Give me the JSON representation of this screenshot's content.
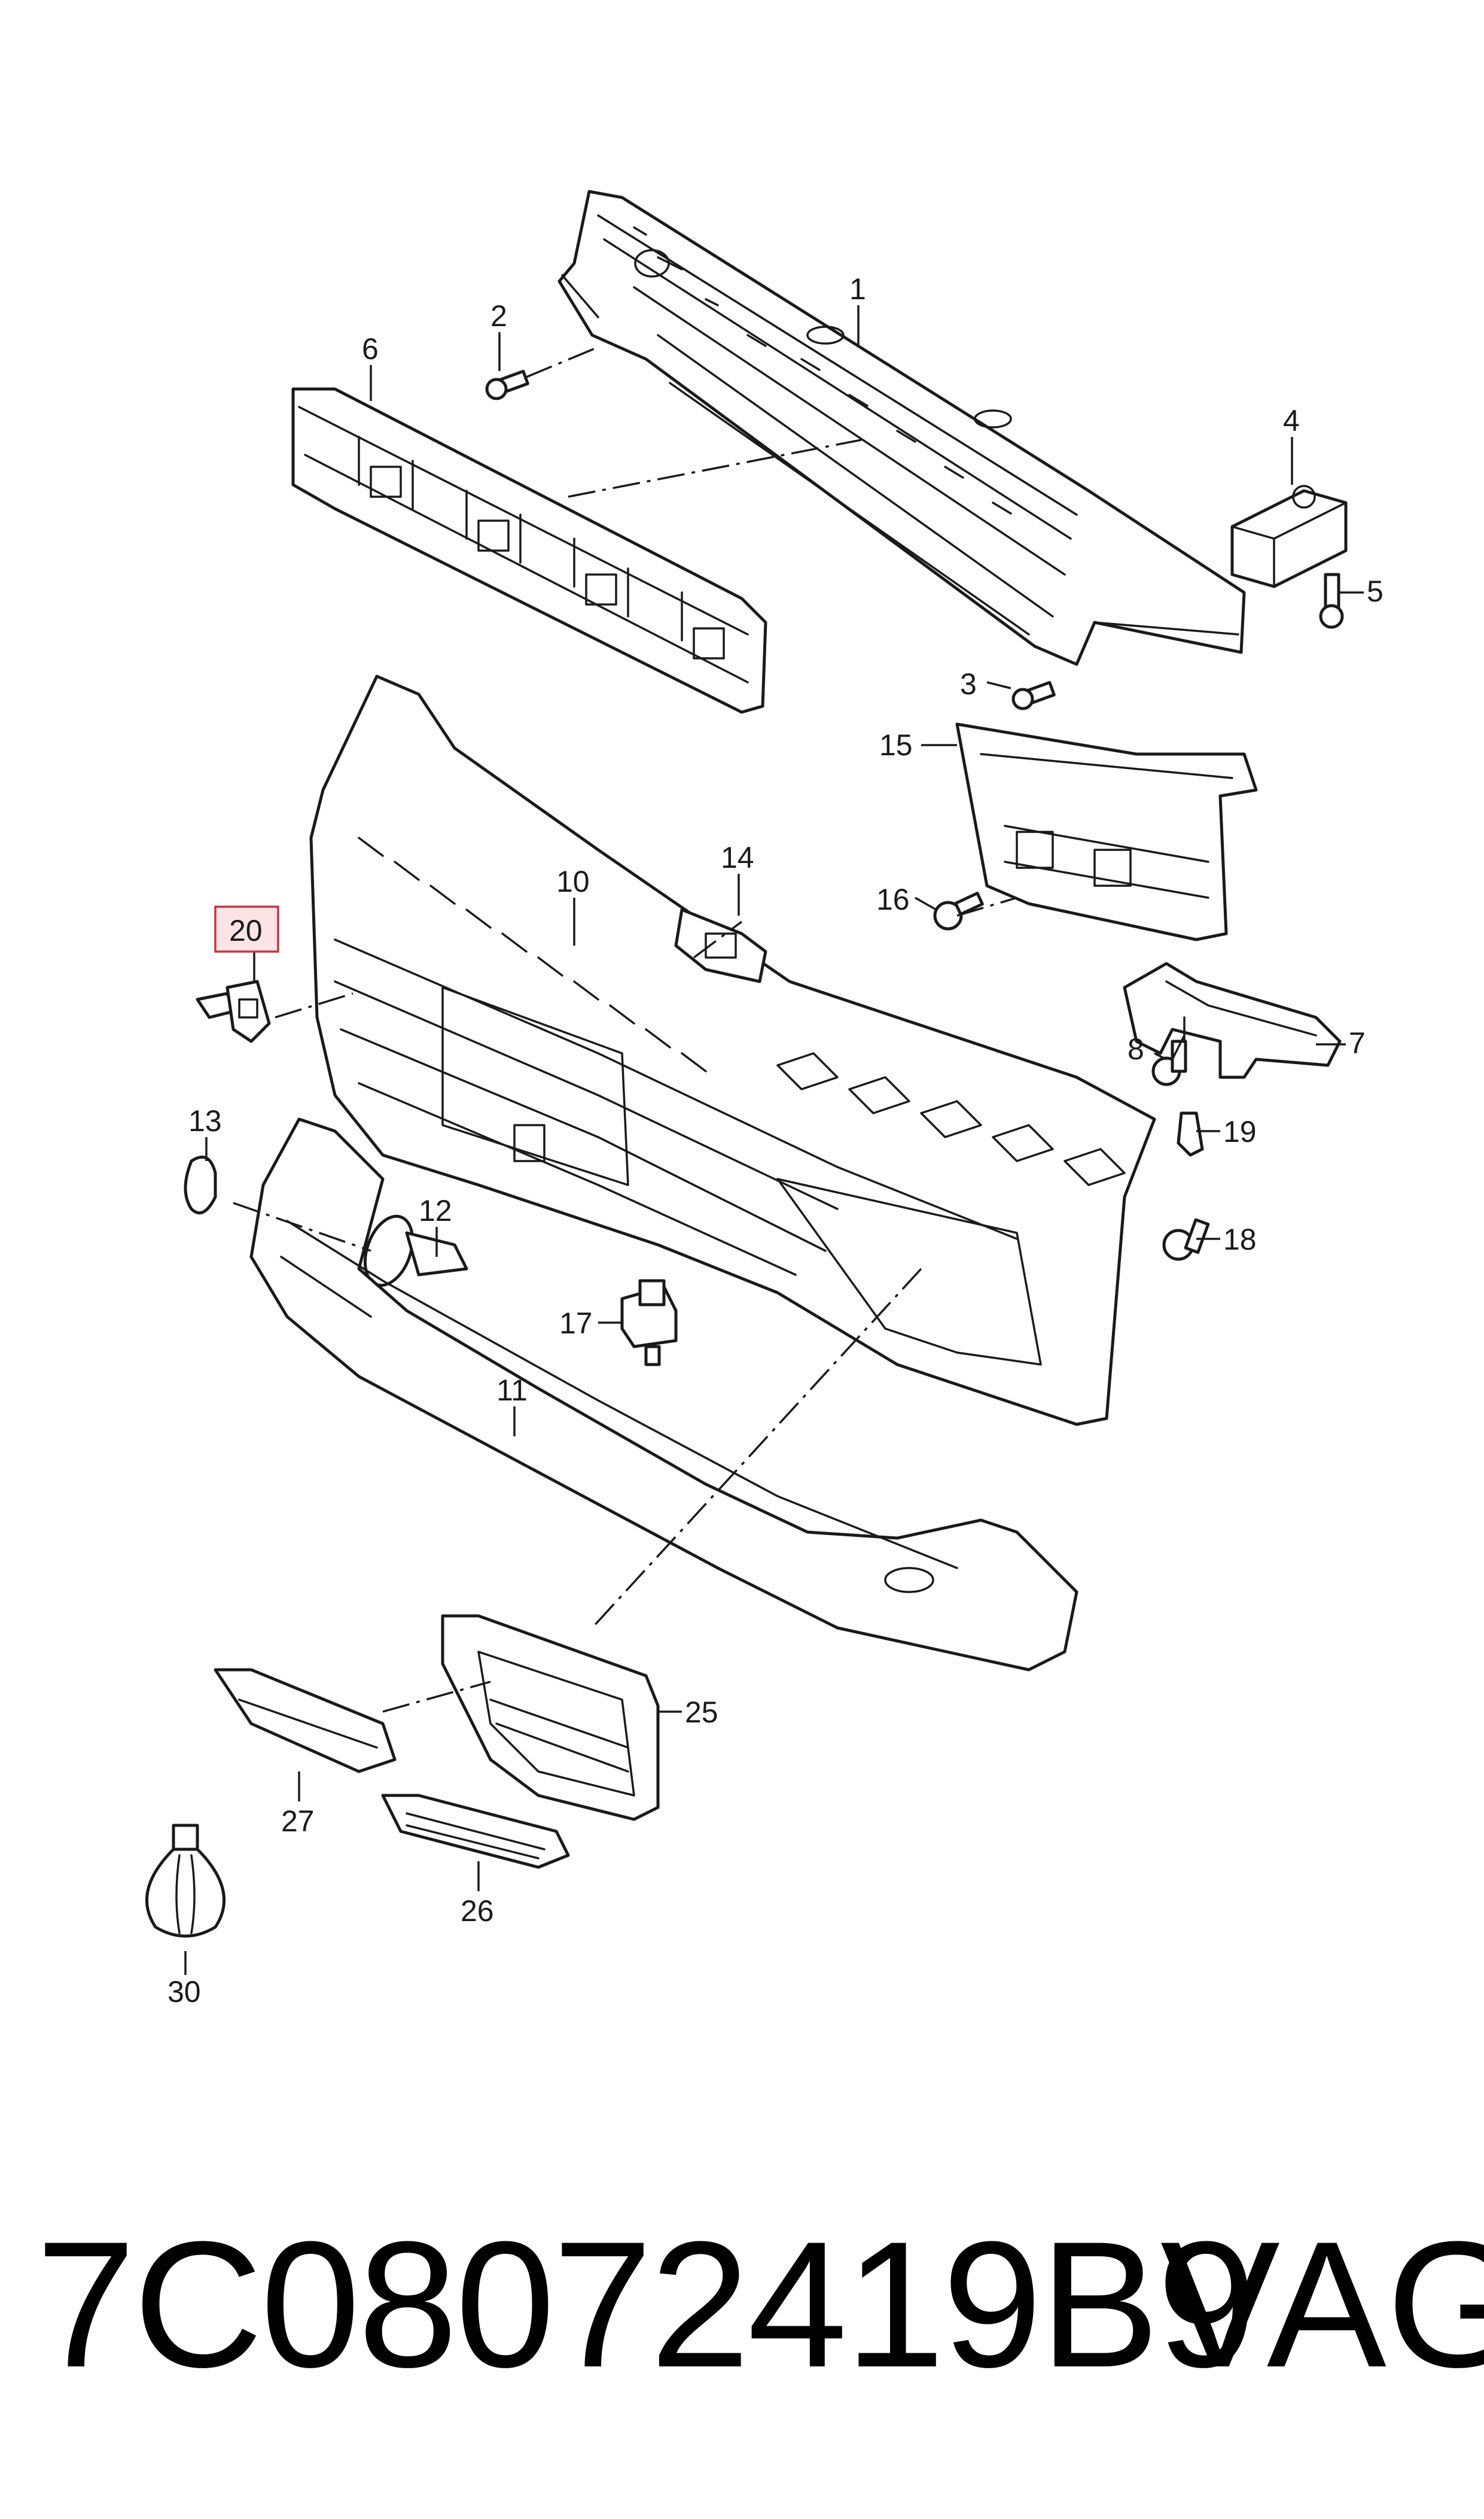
{
  "footer": {
    "part_number": "7C08072419B9",
    "brand": "VAG"
  },
  "callouts": {
    "c1": "1",
    "c2": "2",
    "c3": "3",
    "c4": "4",
    "c5": "5",
    "c6": "6",
    "c7": "7",
    "c8": "8",
    "c10": "10",
    "c11": "11",
    "c12": "12",
    "c13": "13",
    "c14": "14",
    "c15": "15",
    "c16": "16",
    "c17": "17",
    "c18": "18",
    "c19": "19",
    "c20": "20",
    "c25": "25",
    "c26": "26",
    "c27": "27",
    "c30": "30"
  },
  "highlighted_callout": "20",
  "colors": {
    "line": "#1a1a1a",
    "highlight_fill": "#fbe3e6",
    "highlight_stroke": "#c8323e"
  }
}
